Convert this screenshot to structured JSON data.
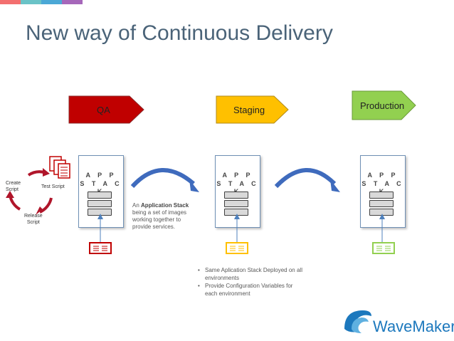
{
  "colors": {
    "top_bar": [
      "#f36f6f",
      "#6ac3c7",
      "#4ba8d6",
      "#a667ba"
    ],
    "title": "#4a6378",
    "qa": "#c00000",
    "staging": "#ffc000",
    "production": "#92d050",
    "arrow_blue": "#3f6bbd",
    "cycle_red": "#b0152a",
    "brand": "#1c78bd"
  },
  "title": "New way of Continuous Delivery",
  "stages": [
    {
      "label": "QA",
      "color": "#c00000"
    },
    {
      "label": "Staging",
      "color": "#ffc000"
    },
    {
      "label": "Production",
      "color": "#92d050"
    }
  ],
  "app_stack": {
    "line1": "A P P",
    "line2": "S T A C K"
  },
  "cycle": {
    "create": "Create\nScript",
    "test": "Test Script",
    "release": "Release\nScript"
  },
  "note": {
    "prefix": "An",
    "bold": "Application Stack",
    "rest": "being a set of images working together to provide services."
  },
  "bullets": [
    "Same Aplication Stack Deployed on all environments",
    "Provide Configuration Variables for each environment"
  ],
  "logo": {
    "name": "WaveMaker",
    "icon": "wave-icon"
  }
}
